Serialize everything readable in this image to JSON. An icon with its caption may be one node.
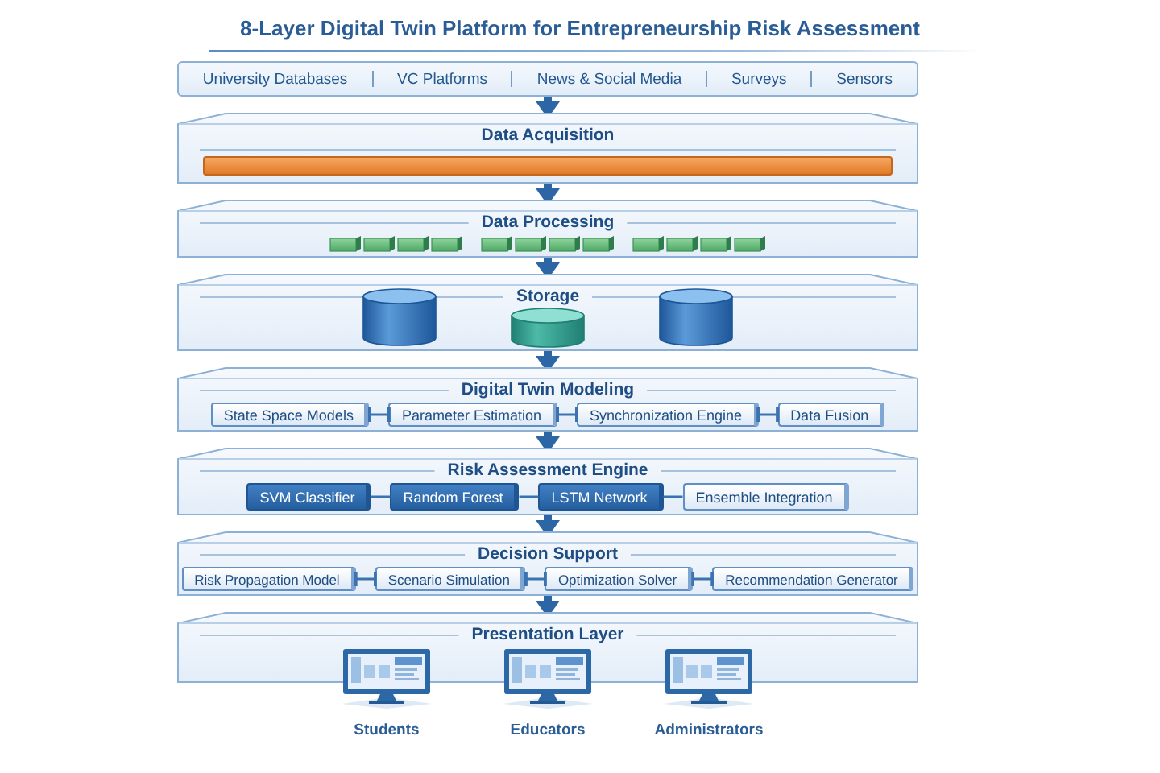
{
  "diagram": {
    "title": "8-Layer Digital Twin Platform for Entrepreneurship Risk Assessment",
    "nodes": [
      {
        "text": [
          "University Databases",
          "VC Platforms",
          "News & Social Media",
          "Surveys",
          "Sensors"
        ]
      },
      {
        "text": [
          "Data Acquisition"
        ]
      },
      {
        "text": [],
        "shape": "bar",
        "in": 1
      },
      {
        "text": [
          "Data Processing"
        ]
      },
      {
        "text": [
          "Storage"
        ]
      },
      {
        "text": [],
        "shape": "cylinder",
        "in": 4
      },
      {
        "text": [],
        "shape": "cylinder",
        "in": 4
      },
      {
        "text": [],
        "shape": "cylinder",
        "in": 4
      },
      {
        "text": [
          "Digital Twin Modeling"
        ]
      },
      {
        "text": [
          "State Space Models"
        ],
        "in": 8
      },
      {
        "text": [
          "Parameter Estimation"
        ],
        "in": 8
      },
      {
        "text": [
          "Synchronization Engine"
        ],
        "in": 8
      },
      {
        "text": [
          "Data Fusion"
        ],
        "in": 8
      },
      {
        "text": [
          "Risk Assessment Engine"
        ]
      },
      {
        "text": [
          "SVM Classifier"
        ],
        "in": 13
      },
      {
        "text": [
          "Random Forest"
        ],
        "in": 13
      },
      {
        "text": [
          "LSTM Network"
        ],
        "in": 13
      },
      {
        "text": [
          "Ensemble Integration"
        ],
        "in": 13
      },
      {
        "text": [
          "Decision Support"
        ]
      },
      {
        "text": [
          "Risk Propagation Model"
        ],
        "in": 18
      },
      {
        "text": [
          "Scenario Simulation"
        ],
        "in": 18
      },
      {
        "text": [
          "Optimization Solver"
        ],
        "in": 18
      },
      {
        "text": [
          "Recommendation Generator"
        ],
        "in": 18
      },
      {
        "text": [
          "Presentation Layer"
        ]
      },
      {
        "text": [
          "Students"
        ],
        "in": 23
      },
      {
        "text": [
          "Educators"
        ],
        "in": 23
      },
      {
        "text": [
          "Administrators"
        ],
        "in": 23
      }
    ],
    "edges": [
      {
        "from": 0,
        "to": 1,
        "arrow": "to",
        "style": "thick"
      },
      {
        "from": 1,
        "to": 3,
        "arrow": "to",
        "style": "thick"
      },
      {
        "from": 3,
        "to": 4,
        "arrow": "to",
        "style": "thick"
      },
      {
        "from": 4,
        "to": 8,
        "arrow": "to",
        "style": "thick"
      },
      {
        "from": 8,
        "to": 13,
        "arrow": "to",
        "style": "thick"
      },
      {
        "from": 13,
        "to": 18,
        "arrow": "to",
        "style": "thick"
      },
      {
        "from": 18,
        "to": 23,
        "arrow": "to",
        "style": "thick"
      },
      {
        "from": 9,
        "to": 10,
        "arrow": "other"
      },
      {
        "from": 10,
        "to": 11,
        "arrow": "other"
      },
      {
        "from": 11,
        "to": 12,
        "arrow": "other"
      },
      {
        "from": 14,
        "to": 15,
        "arrow": "none"
      },
      {
        "from": 15,
        "to": 16,
        "arrow": "none"
      },
      {
        "from": 16,
        "to": 17,
        "arrow": "none"
      },
      {
        "from": 19,
        "to": 20,
        "arrow": "other"
      },
      {
        "from": 20,
        "to": 21,
        "arrow": "other"
      },
      {
        "from": 21,
        "to": 22,
        "arrow": "other"
      }
    ]
  }
}
